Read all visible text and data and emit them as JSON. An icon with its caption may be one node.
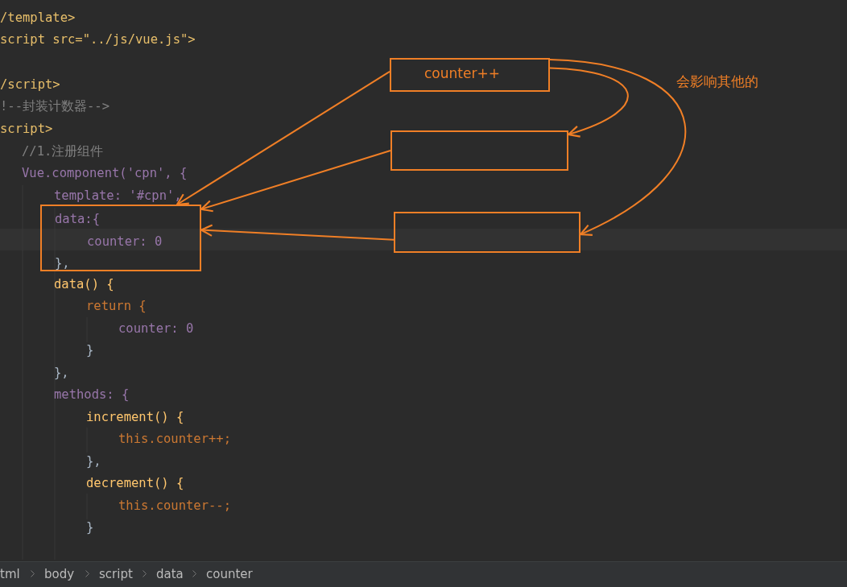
{
  "diagram": {
    "nodes": [
      {
        "text": [
          "counter++"
        ]
      },
      {
        "text": [],
        "shape": "box"
      },
      {
        "text": [],
        "shape": "box"
      },
      {
        "text": [
          "data:{",
          "counter: 0",
          "},"
        ]
      }
    ],
    "edges": [
      {
        "from": 0,
        "to": 3,
        "arrow": "to"
      },
      {
        "from": 1,
        "to": 3,
        "arrow": "to"
      },
      {
        "from": 2,
        "to": 3,
        "arrow": "to"
      },
      {
        "from": 0,
        "to": 1,
        "arrow": "to"
      },
      {
        "from": 0,
        "to": 2,
        "arrow": "to",
        "label": "会影响其他的"
      }
    ],
    "labels": [
      "/template>",
      "script src=\"../js/vue.js\">",
      "/script>",
      "!--封装计数器-->",
      "script>",
      "//1.注册组件",
      "Vue.component('cpn', {",
      "template: '#cpn',",
      "data() {",
      "return {",
      "counter: 0",
      "}",
      "},",
      "methods: {",
      "increment() {",
      "this.counter++;",
      "},",
      "decrement() {",
      "this.counter--;",
      "}",
      "tml",
      "body",
      "script",
      "data",
      "counter"
    ]
  }
}
